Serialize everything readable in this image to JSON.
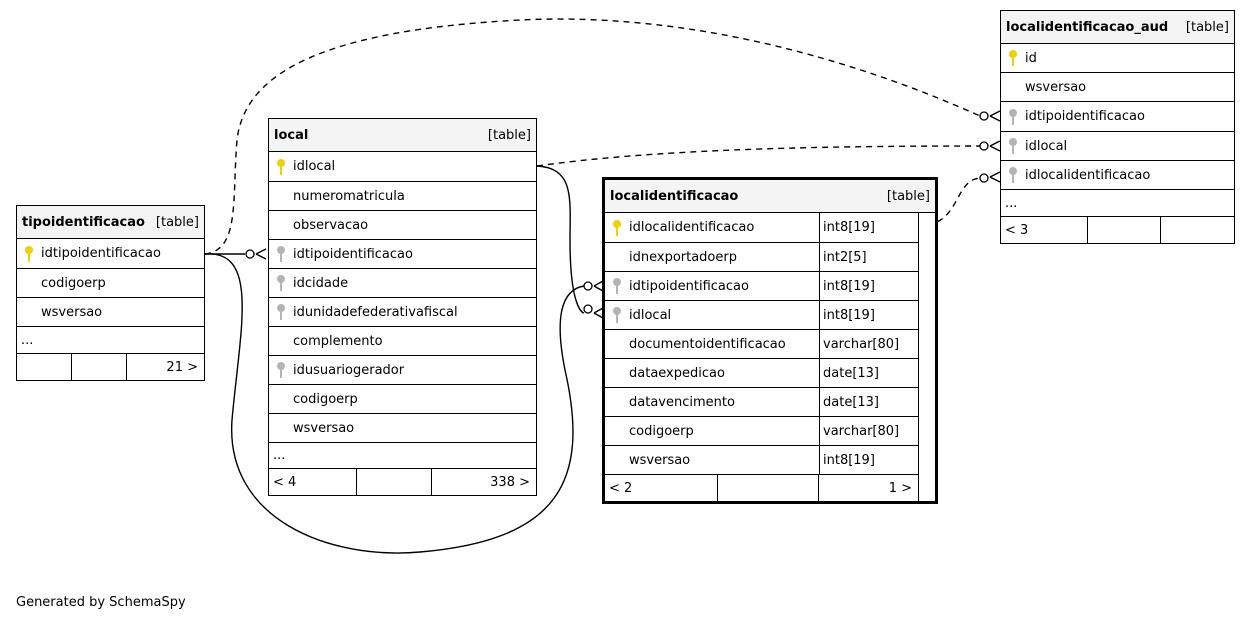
{
  "tables": {
    "tipoidentificacao": {
      "name": "tipoidentificacao",
      "kind": "[table]",
      "columns": [
        {
          "name": "idtipoidentificacao",
          "icon": "primary-key"
        },
        {
          "name": "codigoerp",
          "icon": ""
        },
        {
          "name": "wsversao",
          "icon": ""
        }
      ],
      "ellipsis": "...",
      "footer": [
        "",
        "",
        "21 >"
      ]
    },
    "local": {
      "name": "local",
      "kind": "[table]",
      "columns": [
        {
          "name": "idlocal",
          "icon": "primary-key"
        },
        {
          "name": "numeromatricula",
          "icon": ""
        },
        {
          "name": "observacao",
          "icon": ""
        },
        {
          "name": "idtipoidentificacao",
          "icon": "foreign-key"
        },
        {
          "name": "idcidade",
          "icon": "foreign-key"
        },
        {
          "name": "idunidadefederativafiscal",
          "icon": "foreign-key"
        },
        {
          "name": "complemento",
          "icon": ""
        },
        {
          "name": "idusuariogerador",
          "icon": "foreign-key"
        },
        {
          "name": "codigoerp",
          "icon": ""
        },
        {
          "name": "wsversao",
          "icon": ""
        }
      ],
      "ellipsis": "...",
      "footer": [
        "< 4",
        "",
        "338 >"
      ]
    },
    "localidentificacao": {
      "name": "localidentificacao",
      "kind": "[table]",
      "columns": [
        {
          "name": "idlocalidentificacao",
          "type": "int8[19]",
          "icon": "primary-key"
        },
        {
          "name": "idnexportadoerp",
          "type": "int2[5]",
          "icon": ""
        },
        {
          "name": "idtipoidentificacao",
          "type": "int8[19]",
          "icon": "foreign-key"
        },
        {
          "name": "idlocal",
          "type": "int8[19]",
          "icon": "foreign-key"
        },
        {
          "name": "documentoidentificacao",
          "type": "varchar[80]",
          "icon": ""
        },
        {
          "name": "dataexpedicao",
          "type": "date[13]",
          "icon": ""
        },
        {
          "name": "datavencimento",
          "type": "date[13]",
          "icon": ""
        },
        {
          "name": "codigoerp",
          "type": "varchar[80]",
          "icon": ""
        },
        {
          "name": "wsversao",
          "type": "int8[19]",
          "icon": ""
        }
      ],
      "footer": [
        "< 2",
        "",
        "1 >"
      ]
    },
    "localidentificacao_aud": {
      "name": "localidentificacao_aud",
      "kind": "[table]",
      "columns": [
        {
          "name": "id",
          "icon": "primary-key"
        },
        {
          "name": "wsversao",
          "icon": ""
        },
        {
          "name": "idtipoidentificacao",
          "icon": "foreign-key"
        },
        {
          "name": "idlocal",
          "icon": "foreign-key"
        },
        {
          "name": "idlocalidentificacao",
          "icon": "foreign-key"
        }
      ],
      "ellipsis": "...",
      "footer": [
        "< 3",
        "",
        ""
      ]
    }
  },
  "footer_text": "Generated by SchemaSpy",
  "colors": {
    "primary_key": "#f0d000",
    "foreign_key": "#b4b4b4",
    "header_bg": "#f4f4f4"
  }
}
